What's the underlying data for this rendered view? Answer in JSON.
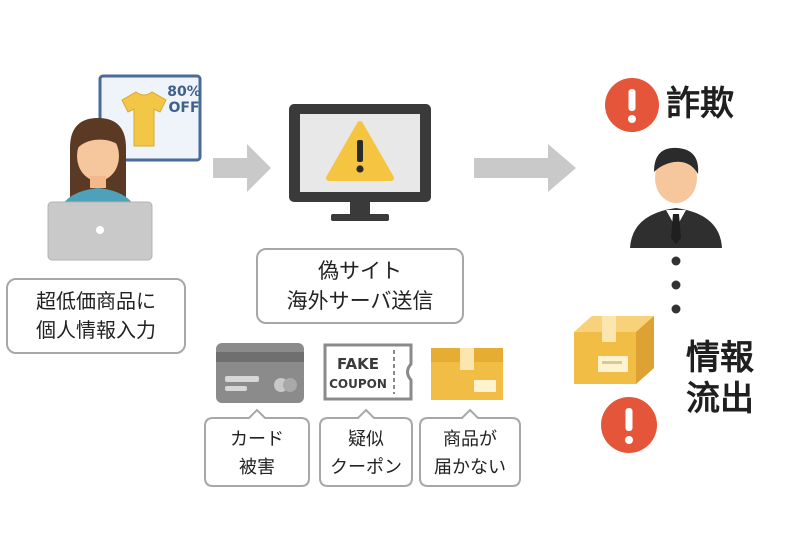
{
  "victim": {
    "coupon_text": "80%",
    "coupon_off": "OFF",
    "caption_lines": [
      "超低価商品に",
      "個人情報入力"
    ]
  },
  "fake_site": {
    "caption_lines": [
      "偽サイト",
      "海外サーバ送信"
    ]
  },
  "damages": [
    {
      "id": "card",
      "lines": [
        "カード",
        "被害"
      ]
    },
    {
      "id": "coupon",
      "lines": [
        "疑似",
        "クーポン"
      ],
      "icon_text": [
        "FAKE",
        "COUPON"
      ]
    },
    {
      "id": "goods",
      "lines": [
        "商品が",
        "届かない"
      ]
    }
  ],
  "fraud": {
    "label": "詐欺"
  },
  "leak": {
    "label_lines": [
      "情報",
      "流出"
    ]
  },
  "colors": {
    "arrow": "#c9c9c9",
    "alert": "#e5553a",
    "box_gold": "#f2bd45",
    "suit": "#2f2f2f",
    "skin": "#f6c79c"
  }
}
